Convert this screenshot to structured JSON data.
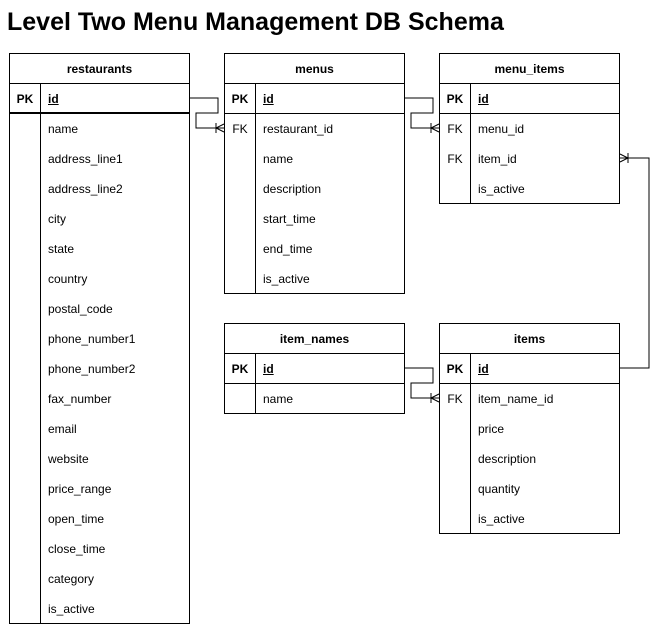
{
  "title": "Level Two Menu Management DB Schema",
  "tables": {
    "restaurants": {
      "name": "restaurants",
      "pk": {
        "key": "PK",
        "field": "id"
      },
      "fields": [
        {
          "key": "",
          "field": "name"
        },
        {
          "key": "",
          "field": "address_line1"
        },
        {
          "key": "",
          "field": "address_line2"
        },
        {
          "key": "",
          "field": "city"
        },
        {
          "key": "",
          "field": "state"
        },
        {
          "key": "",
          "field": "country"
        },
        {
          "key": "",
          "field": "postal_code"
        },
        {
          "key": "",
          "field": "phone_number1"
        },
        {
          "key": "",
          "field": "phone_number2"
        },
        {
          "key": "",
          "field": "fax_number"
        },
        {
          "key": "",
          "field": "email"
        },
        {
          "key": "",
          "field": "website"
        },
        {
          "key": "",
          "field": "price_range"
        },
        {
          "key": "",
          "field": "open_time"
        },
        {
          "key": "",
          "field": "close_time"
        },
        {
          "key": "",
          "field": "category"
        },
        {
          "key": "",
          "field": "is_active"
        }
      ]
    },
    "menus": {
      "name": "menus",
      "pk": {
        "key": "PK",
        "field": "id"
      },
      "fields": [
        {
          "key": "FK",
          "field": "restaurant_id"
        },
        {
          "key": "",
          "field": "name"
        },
        {
          "key": "",
          "field": "description"
        },
        {
          "key": "",
          "field": "start_time"
        },
        {
          "key": "",
          "field": "end_time"
        },
        {
          "key": "",
          "field": "is_active"
        }
      ]
    },
    "menu_items": {
      "name": "menu_items",
      "pk": {
        "key": "PK",
        "field": "id"
      },
      "fields": [
        {
          "key": "FK",
          "field": "menu_id"
        },
        {
          "key": "FK",
          "field": "item_id"
        },
        {
          "key": "",
          "field": "is_active"
        }
      ]
    },
    "item_names": {
      "name": "item_names",
      "pk": {
        "key": "PK",
        "field": "id"
      },
      "fields": [
        {
          "key": "",
          "field": "name"
        }
      ]
    },
    "items": {
      "name": "items",
      "pk": {
        "key": "PK",
        "field": "id"
      },
      "fields": [
        {
          "key": "FK",
          "field": "item_name_id"
        },
        {
          "key": "",
          "field": "price"
        },
        {
          "key": "",
          "field": "description"
        },
        {
          "key": "",
          "field": "quantity"
        },
        {
          "key": "",
          "field": "is_active"
        }
      ]
    }
  },
  "relationships": [
    {
      "from": "restaurants.id",
      "to": "menus.restaurant_id",
      "cardinality": "one-to-many"
    },
    {
      "from": "menus.id",
      "to": "menu_items.menu_id",
      "cardinality": "one-to-many"
    },
    {
      "from": "items.id",
      "to": "menu_items.item_id",
      "cardinality": "one-to-many"
    },
    {
      "from": "item_names.id",
      "to": "items.item_name_id",
      "cardinality": "one-to-many"
    }
  ]
}
